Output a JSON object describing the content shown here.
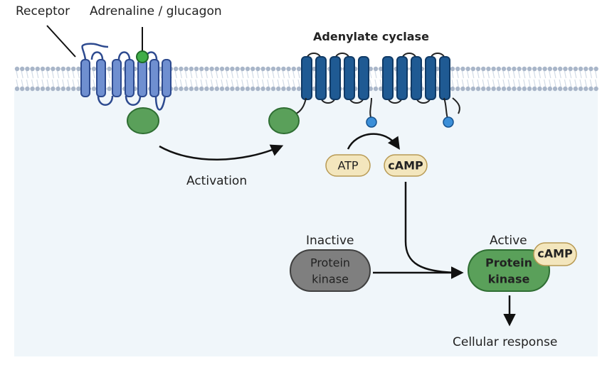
{
  "labels": {
    "receptor": "Receptor",
    "ligand": "Adrenaline / glucagon",
    "enzyme": "Adenylate cyclase",
    "activation": "Activation",
    "atp": "ATP",
    "camp": "cAMP",
    "inactive": "Inactive",
    "active": "Active",
    "pk_inactive_line1": "Protein",
    "pk_inactive_line2": "kinase",
    "pk_active_line1": "Protein",
    "pk_active_line2": "kinase",
    "camp_bound": "cAMP",
    "response": "Cellular response"
  },
  "colors": {
    "cytoplasm": "#f0f6fa",
    "membrane_head": "#a9b6c9",
    "membrane_tail": "#d2dbe6",
    "receptor_fill": "#6f8fd0",
    "receptor_stroke": "#2d4a8f",
    "enzyme_fill": "#1f5a93",
    "enzyme_stroke": "#103a66",
    "g_protein": "#5aa05a",
    "g_protein_stroke": "#2f6e33",
    "ligand": "#3fae49",
    "pill_fill": "#f3e6bd",
    "pill_stroke": "#b89a54",
    "kinase_inactive": "#7f7f7f",
    "kinase_active": "#5aa05a",
    "phospho_dot": "#3c8fd8"
  },
  "icons": {
    "arrow": "arrow-icon",
    "membrane": "phospholipid-bilayer"
  }
}
